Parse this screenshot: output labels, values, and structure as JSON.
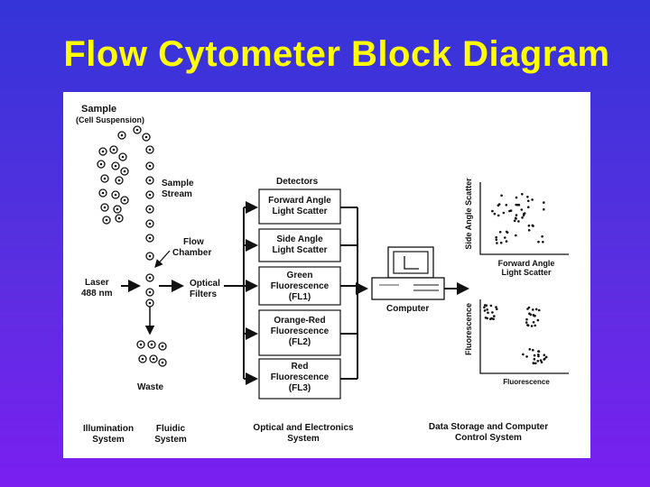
{
  "slide": {
    "title": "Flow Cytometer Block Diagram"
  },
  "fluidics": {
    "sample": "Sample",
    "sample_sub": "(Cell Suspension)",
    "sample_stream_1": "Sample",
    "sample_stream_2": "Stream",
    "flow_chamber_1": "Flow",
    "flow_chamber_2": "Chamber",
    "laser_1": "Laser",
    "laser_2": "488 nm",
    "optical_filters_1": "Optical",
    "optical_filters_2": "Filters",
    "waste": "Waste"
  },
  "detectors": {
    "header": "Detectors",
    "items": [
      {
        "line1": "Forward Angle",
        "line2": "Light Scatter",
        "line3": ""
      },
      {
        "line1": "Side Angle",
        "line2": "Light Scatter",
        "line3": ""
      },
      {
        "line1": "Green",
        "line2": "Fluorescence",
        "line3": "(FL1)"
      },
      {
        "line1": "Orange-Red",
        "line2": "Fluorescence",
        "line3": "(FL2)"
      },
      {
        "line1": "Red",
        "line2": "Fluorescence",
        "line3": "(FL3)"
      }
    ]
  },
  "computer": {
    "label": "Computer"
  },
  "plots": {
    "top": {
      "ylabel": "Side Angle Scatter",
      "xlabel_1": "Forward Angle",
      "xlabel_2": "Light Scatter"
    },
    "bottom": {
      "ylabel": "Fluorescence",
      "xlabel": "Fluorescence"
    }
  },
  "systems": {
    "illumination_1": "Illumination",
    "illumination_2": "System",
    "fluidic_1": "Fluidic",
    "fluidic_2": "System",
    "optical_1": "Optical and Electronics",
    "optical_2": "System",
    "data_1": "Data Storage and Computer",
    "data_2": "Control System"
  }
}
